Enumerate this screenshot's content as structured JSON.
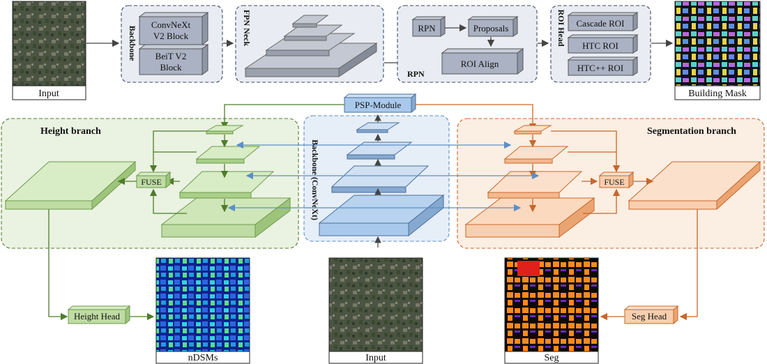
{
  "top": {
    "input_caption": "Input",
    "backbone_label": "Backbone",
    "backbone_block1": [
      "ConvNeXt",
      "V2 Block"
    ],
    "backbone_block2": [
      "BeiT V2",
      "Block"
    ],
    "fpn_label": "FPN Neck",
    "rpn_box": "RPN",
    "proposals_box": "Proposals",
    "roi_align_box": "ROI  Align",
    "rpn_label": "RPN",
    "roi_head_label": "ROI Head",
    "roi_heads": [
      "Cascade ROI",
      "HTC ROI",
      "HTC++ ROI"
    ],
    "output_caption": "Building Mask"
  },
  "bottom": {
    "psp_module": "PSP-Module",
    "height_branch_title": "Height branch",
    "segmentation_branch_title": "Segmentation branch",
    "backbone_label": "Backbone (ConvNeXt)",
    "fuse_left": "FUSE",
    "fuse_right": "FUSE",
    "height_head": "Height Head",
    "seg_head": "Seg Head",
    "captions": {
      "ndsms": "nDSMs",
      "input": "Input",
      "seg": "Seg"
    }
  },
  "colors": {
    "green_line": "#4e7d2a",
    "blue_line": "#5b8fc7",
    "orange_line": "#c8672a",
    "green_fill": "#c9e3b1",
    "blue_fill": "#a9c9ec",
    "orange_fill": "#f7cfae",
    "gray_fill": "#b9bec8"
  }
}
